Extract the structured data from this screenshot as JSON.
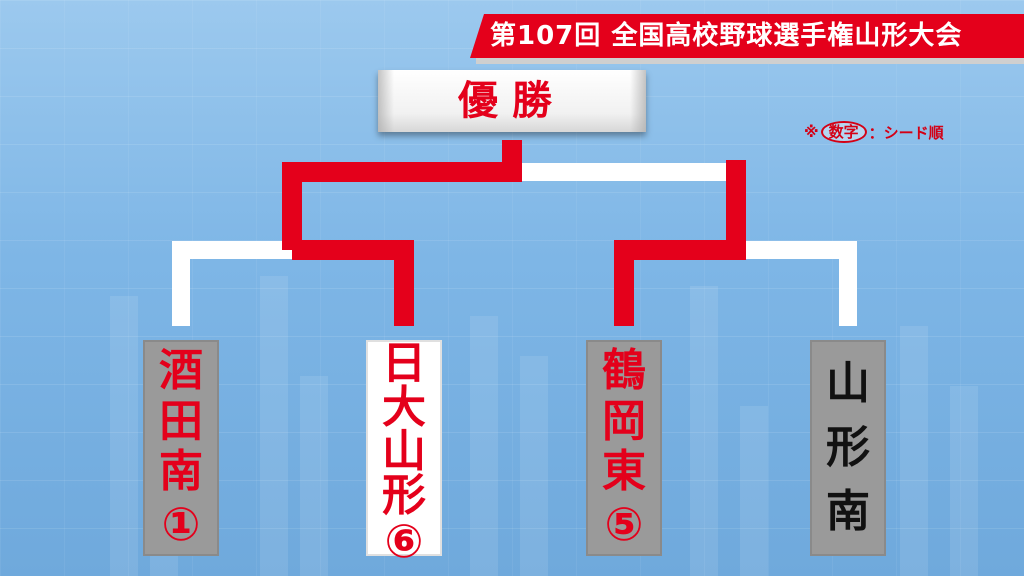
{
  "title": "第107回 全国高校野球選手権山形大会",
  "champion_label": "優勝",
  "seed_note": {
    "prefix": "※",
    "circled": "数字",
    "suffix": "：シード順"
  },
  "teams": [
    {
      "chars": [
        "酒",
        "田",
        "南"
      ],
      "seed": "①"
    },
    {
      "chars": [
        "日",
        "大",
        "山",
        "形"
      ],
      "seed": "⑥"
    },
    {
      "chars": [
        "鶴",
        "岡",
        "東"
      ],
      "seed": "⑤"
    },
    {
      "chars": [
        "山",
        "形",
        "南"
      ],
      "seed": ""
    }
  ],
  "colors": {
    "winner_line": "#e4001b",
    "loser_line": "#ffffff",
    "banner": "#e4001b"
  }
}
